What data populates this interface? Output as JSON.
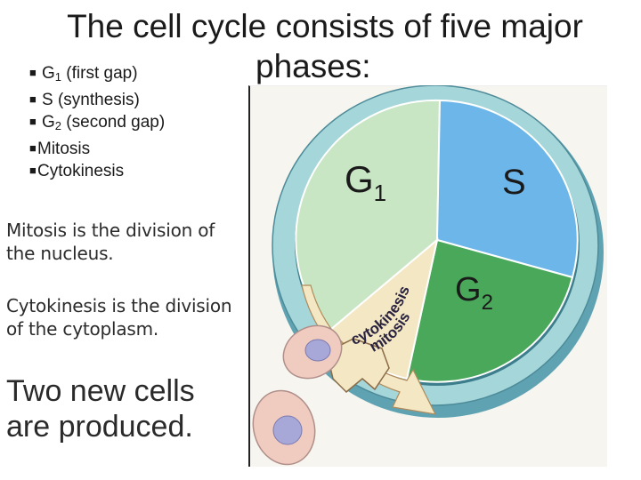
{
  "slide": {
    "title_line1": "The cell cycle consists of five major",
    "title_line2": "phases:"
  },
  "phases_list": [
    {
      "name": "G",
      "sub": "1",
      "detail": " (first gap)"
    },
    {
      "name": "S",
      "sub": "",
      "detail": " (synthesis)"
    },
    {
      "name": "G",
      "sub": "2",
      "detail": " (second gap)"
    },
    {
      "name": "Mitosis",
      "sub": "",
      "detail": ""
    },
    {
      "name": "Cytokinesis",
      "sub": "",
      "detail": ""
    }
  ],
  "notes": {
    "mitosis": "Mitosis is the division of the nucleus.",
    "cytokinesis": "Cytokinesis is the division of the cytoplasm.",
    "result": "Two new cells are produced."
  },
  "diagram": {
    "g1_label": "G",
    "g1_sub": "1",
    "s_label": "S",
    "g2_label": "G",
    "g2_sub": "2",
    "cytokinesis_label": "cytokinesis",
    "mitosis_label": "mitosis",
    "colors": {
      "g1": "#c8e6c4",
      "s": "#6db6ea",
      "g2": "#4aa85a",
      "ring": "#a5d6da",
      "ring_outer": "#5fa3b3",
      "arrow": "#f3e7c4",
      "cell": "#f0cbc0",
      "nucleus": "#a8a8d8"
    }
  }
}
